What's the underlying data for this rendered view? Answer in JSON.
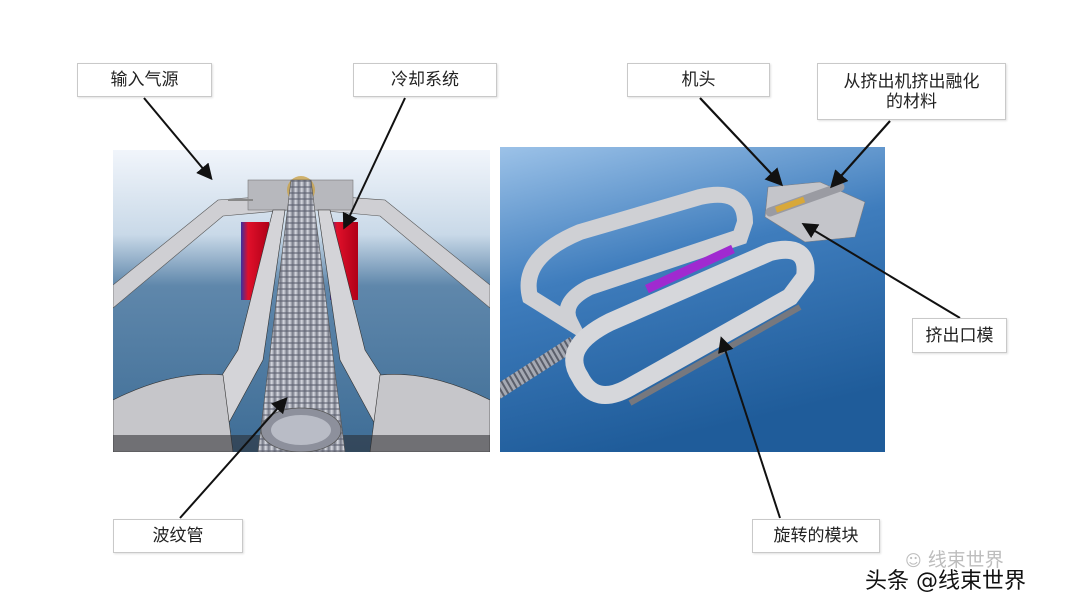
{
  "diagram": {
    "title": "",
    "left_panel": {
      "description": "Corrugated pipe forming machine - front view",
      "labels": {
        "air_input": "输入气源",
        "cooling_system": "冷却系统",
        "corrugated_pipe": "波纹管"
      }
    },
    "right_panel": {
      "description": "Corrugated pipe forming machine - perspective view",
      "labels": {
        "machine_head": "机头",
        "extruded_material": "从挤出机挤出融化的材料",
        "extruded_material_line1": "从挤出机挤出融化",
        "extruded_material_line2": "的材料",
        "extrusion_die": "挤出口模",
        "rotating_module": "旋转的模块"
      }
    },
    "colors": {
      "background": "#ffffff",
      "label_border": "#c9c9c9",
      "arrow": "#111111",
      "left_bg_top": "#eef3fa",
      "left_bg_bottom": "#2d5e86",
      "right_bg_top": "#8fb8e0",
      "right_bg_bottom": "#1f5c9a",
      "cooling_bar_red": "#e0102a",
      "cooling_bar_blue": "#3a2fa0",
      "module_gray": "#c8c8cc",
      "pipe_gray": "#a9acb6",
      "purple_bar": "#a02ad0"
    }
  },
  "watermark": {
    "main": "头条 @线束世界",
    "faint": "线束世界"
  }
}
